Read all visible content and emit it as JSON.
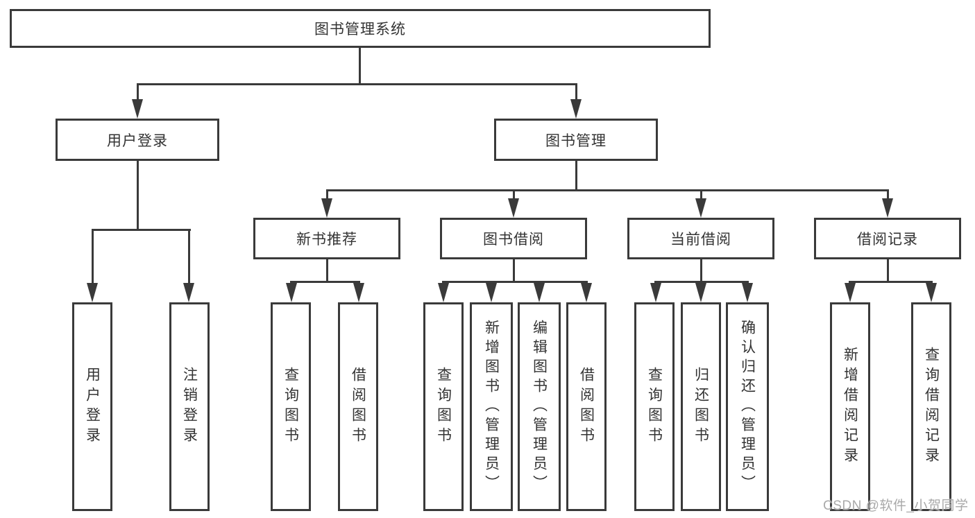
{
  "diagram": {
    "root": "图书管理系统",
    "level2": {
      "user_login": "用户登录",
      "book_management": "图书管理"
    },
    "level3": {
      "new_book": "新书推荐",
      "book_borrow": "图书借阅",
      "current_borrow": "当前借阅",
      "borrow_record": "借阅记录"
    },
    "leaves": {
      "user_login": [
        "用户登录",
        "注销登录"
      ],
      "new_book": [
        "查询图书",
        "借阅图书"
      ],
      "book_borrow": [
        "查询图书",
        "新增图书（管理员）",
        "编辑图书（管理员）",
        "借阅图书"
      ],
      "current_borrow": [
        "查询图书",
        "归还图书",
        "确认归还（管理员）"
      ],
      "borrow_record": [
        "新增借阅记录",
        "查询借阅记录"
      ]
    }
  },
  "watermark": "CSDN @软件_小贺同学",
  "colors": {
    "line": "#3a3a3a",
    "box_border": "#3a3a3a",
    "text": "#333333",
    "background": "#ffffff",
    "watermark": "#a9a9a9"
  }
}
